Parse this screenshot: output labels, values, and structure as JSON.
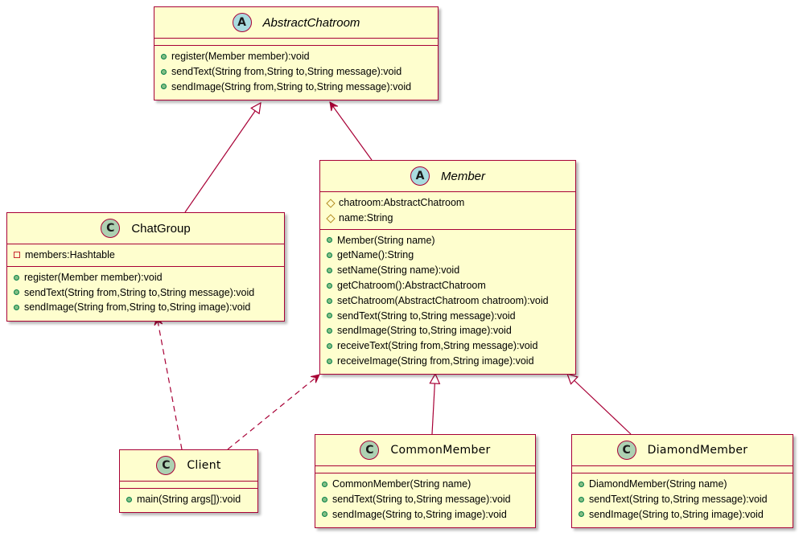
{
  "classes": {
    "abstractchatroom": {
      "stereotype": "A",
      "name": "AbstractChatroom",
      "attributes": [],
      "operations": [
        {
          "vis": "public",
          "text": "register(Member member):void"
        },
        {
          "vis": "public",
          "text": "sendText(String from,String to,String message):void"
        },
        {
          "vis": "public",
          "text": "sendImage(String from,String to,String message):void"
        }
      ]
    },
    "member": {
      "stereotype": "A",
      "name": "Member",
      "attributes": [
        {
          "vis": "protected",
          "text": "chatroom:AbstractChatroom"
        },
        {
          "vis": "protected",
          "text": "name:String"
        }
      ],
      "operations": [
        {
          "vis": "public",
          "text": "Member(String name)"
        },
        {
          "vis": "public",
          "text": "getName():String"
        },
        {
          "vis": "public",
          "text": "setName(String name):void"
        },
        {
          "vis": "public",
          "text": "getChatroom():AbstractChatroom"
        },
        {
          "vis": "public",
          "text": "setChatroom(AbstractChatroom chatroom):void"
        },
        {
          "vis": "public",
          "text": "sendText(String to,String message):void"
        },
        {
          "vis": "public",
          "text": "sendImage(String to,String image):void"
        },
        {
          "vis": "public",
          "text": "receiveText(String from,String message):void"
        },
        {
          "vis": "public",
          "text": "receiveImage(String from,String image):void"
        }
      ]
    },
    "chatgroup": {
      "stereotype": "C",
      "name": "ChatGroup",
      "attributes": [
        {
          "vis": "private",
          "text": "members:Hashtable"
        }
      ],
      "operations": [
        {
          "vis": "public",
          "text": "register(Member member):void"
        },
        {
          "vis": "public",
          "text": "sendText(String from,String to,String message):void"
        },
        {
          "vis": "public",
          "text": "sendImage(String from,String to,String image):void"
        }
      ]
    },
    "client": {
      "stereotype": "C",
      "name": "Client",
      "attributes": [],
      "operations": [
        {
          "vis": "public",
          "text": "main(String args[]):void"
        }
      ]
    },
    "commonmember": {
      "stereotype": "C",
      "name": "CommonMember",
      "attributes": [],
      "operations": [
        {
          "vis": "public",
          "text": "CommonMember(String name)"
        },
        {
          "vis": "public",
          "text": "sendText(String to,String message):void"
        },
        {
          "vis": "public",
          "text": "sendImage(String to,String image):void"
        }
      ]
    },
    "diamondmember": {
      "stereotype": "C",
      "name": "DiamondMember",
      "attributes": [],
      "operations": [
        {
          "vis": "public",
          "text": "DiamondMember(String name)"
        },
        {
          "vis": "public",
          "text": "sendText(String to,String message):void"
        },
        {
          "vis": "public",
          "text": "sendImage(String to,String image):void"
        }
      ]
    }
  },
  "relations": [
    {
      "from": "ChatGroup",
      "to": "AbstractChatroom",
      "kind": "generalization"
    },
    {
      "from": "Member",
      "to": "AbstractChatroom",
      "kind": "association"
    },
    {
      "from": "Client",
      "to": "ChatGroup",
      "kind": "dependency"
    },
    {
      "from": "Client",
      "to": "Member",
      "kind": "dependency"
    },
    {
      "from": "CommonMember",
      "to": "Member",
      "kind": "generalization"
    },
    {
      "from": "DiamondMember",
      "to": "Member",
      "kind": "generalization"
    }
  ],
  "colors": {
    "border": "#A80036",
    "fill": "#FEFECE",
    "abstract_badge": "#A9DCDF",
    "class_badge": "#ADD1B2"
  }
}
